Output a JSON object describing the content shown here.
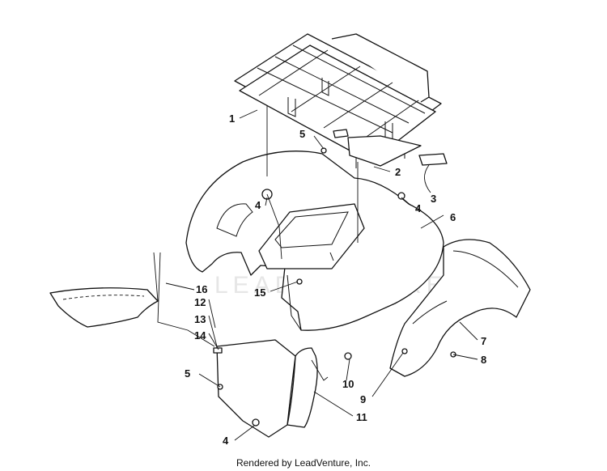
{
  "footer": "Rendered by LeadVenture, Inc.",
  "watermark": "LEADVENTURE",
  "callouts": [
    "1",
    "2",
    "3",
    "4",
    "4",
    "4",
    "5",
    "5",
    "6",
    "7",
    "8",
    "9",
    "10",
    "11",
    "12",
    "13",
    "14",
    "15",
    "16"
  ]
}
